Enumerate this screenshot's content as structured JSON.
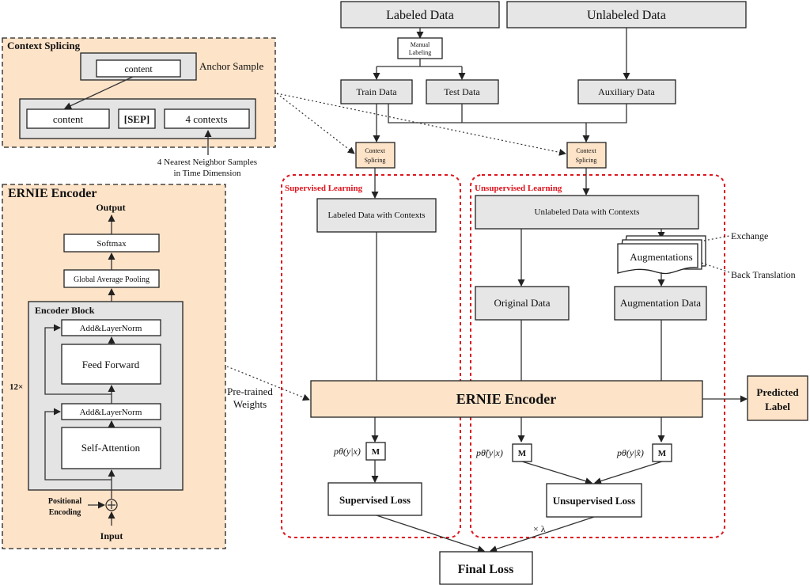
{
  "top": {
    "labeled_data": "Labeled Data",
    "unlabeled_data": "Unlabeled Data",
    "manual_labeling_1": "Manual",
    "manual_labeling_2": "Labeling",
    "train_data": "Train Data",
    "test_data": "Test Data",
    "auxiliary_data": "Auxiliary Data",
    "context_splicing_1": "Context",
    "context_splicing_2": "Splicing"
  },
  "context_splicing_panel": {
    "title": "Context Splicing",
    "anchor_content": "content",
    "anchor_label": "Anchor Sample",
    "content": "content",
    "sep": "[SEP]",
    "contexts": "4 contexts",
    "neighbors_1": "4 Nearest Neighbor Samples",
    "neighbors_2": "in Time Dimension"
  },
  "ernie_panel": {
    "title": "ERNIE Encoder",
    "output": "Output",
    "softmax": "Softmax",
    "gap": "Global Average Pooling",
    "encoder_block": "Encoder Block",
    "add_norm_1": "Add&LayerNorm",
    "feed_forward": "Feed Forward",
    "add_norm_2": "Add&LayerNorm",
    "self_attention": "Self-Attention",
    "repeat": "12×",
    "positional_1": "Positional",
    "positional_2": "Encoding",
    "input": "Input",
    "pretrained_1": "Pre-trained",
    "pretrained_2": "Weights"
  },
  "supervised": {
    "title": "Supervised Learning",
    "labeled_with_contexts": "Labeled Data with Contexts",
    "prob": "pθ(y|x)",
    "m": "M",
    "loss": "Supervised Loss"
  },
  "unsupervised": {
    "title": "Unsupervised Learning",
    "unlabeled_with_contexts": "Unlabeled Data with Contexts",
    "augmentations": "Augmentations",
    "exchange": "Exchange",
    "back_translation": "Back Translation",
    "original_data": "Original Data",
    "augmentation_data": "Augmentation Data",
    "prob_orig": "pθ̃(y|x)",
    "prob_aug": "pθ(y|x̂)",
    "m": "M",
    "loss": "Unsupervised Loss",
    "lambda": "× λ"
  },
  "center": {
    "ernie_encoder": "ERNIE Encoder",
    "predicted_1": "Predicted",
    "predicted_2": "Label",
    "final_loss": "Final Loss"
  }
}
